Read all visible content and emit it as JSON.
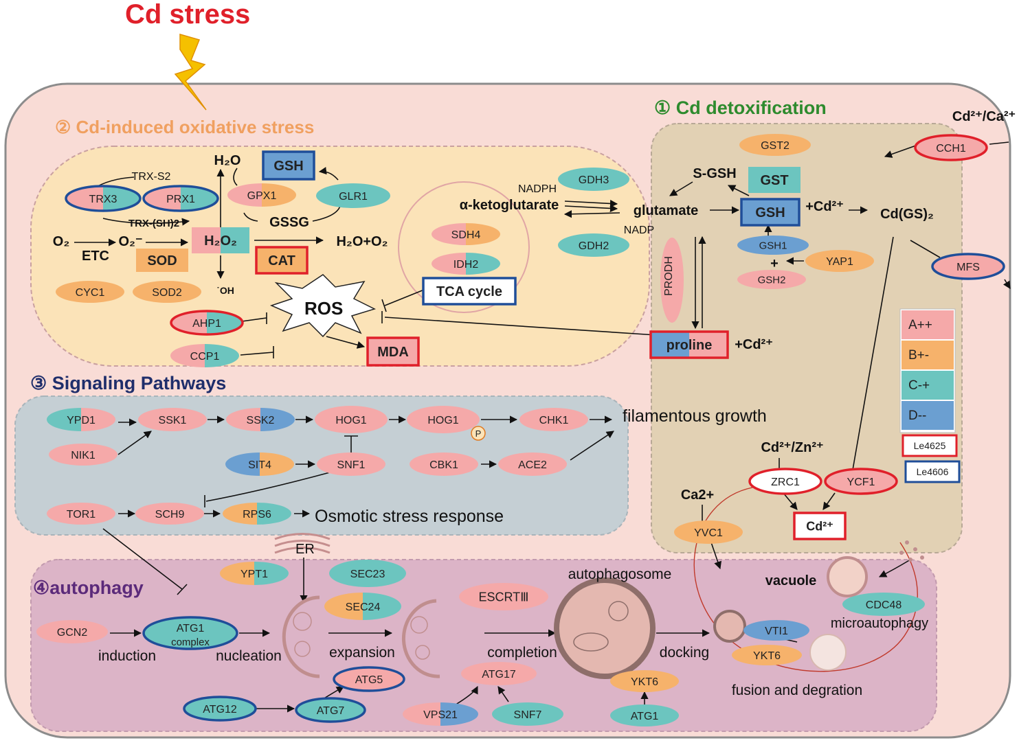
{
  "title": "Cd stress",
  "sections": {
    "detox": "① Cd detoxification",
    "oxidative": "② Cd-induced oxidative stress",
    "signaling": "③ Signaling Pathways",
    "autophagy": "④autophagy"
  },
  "legend": {
    "items": [
      {
        "label": "A++",
        "color": "#f5a9a9"
      },
      {
        "label": "B+-",
        "color": "#f6b26b"
      },
      {
        "label": "C-+",
        "color": "#6cc5bf"
      },
      {
        "label": "D--",
        "color": "#6b9fd1"
      }
    ],
    "strains": [
      {
        "label": "Le4625",
        "color": "#e0202a"
      },
      {
        "label": "Le4606",
        "color": "#1f4e99"
      }
    ]
  },
  "colors": {
    "A": "#f5a9a9",
    "B": "#f6b26b",
    "C": "#6cc5bf",
    "D": "#6b9fd1",
    "red_border": "#e0202a",
    "blue_border": "#1f4e99",
    "cell": "#f9dcd6",
    "oxidative_bg": "#fbe3b8",
    "detox_bg": "#e2d1b4",
    "signal_bg": "#c5cfd4",
    "autophagy_bg": "#dcb4c7"
  },
  "oxidative": {
    "TRX3": "TRX3",
    "PRX1": "PRX1",
    "TRX_S2": "TRX-S2",
    "TRX_SH2": "TRX-(SH)2",
    "H2O_top": "H₂O",
    "GSH": "GSH",
    "GPX1": "GPX1",
    "GLR1": "GLR1",
    "GSSG": "GSSG",
    "O2": "O₂",
    "ETC": "ETC",
    "O2minus": "O₂⁻",
    "H2O2": "H₂O₂",
    "SOD": "SOD",
    "CAT": "CAT",
    "H2O_O2": "H₂O+O₂",
    "CYC1": "CYC1",
    "SOD2": "SOD2",
    "OH": "˙OH",
    "ROS": "ROS",
    "AHP1": "AHP1",
    "CCP1": "CCP1",
    "MDA": "MDA",
    "alpha_kg": "α-ketoglutarate",
    "SDH4": "SDH4",
    "IDH2": "IDH2",
    "TCA": "TCA cycle",
    "NADPH": "NADPH",
    "NADP": "NADP",
    "GDH3": "GDH3",
    "GDH2": "GDH2"
  },
  "detox": {
    "GST2": "GST2",
    "S_GSH": "S-GSH",
    "GST": "GST",
    "glutamate": "glutamate",
    "GSH": "GSH",
    "plus_cd": "+Cd²⁺",
    "CdGS2": "Cd(GS)₂",
    "GSH1": "GSH1",
    "plus": "+",
    "GSH2": "GSH2",
    "YAP1": "YAP1",
    "PRODH": "PRODH",
    "proline": "proline",
    "proline_cd": "+Cd²⁺",
    "CdCa": "Cd²⁺/Ca²⁺",
    "CCH1": "CCH1",
    "MFS": "MFS",
    "CdZn": "Cd²⁺/Zn²⁺",
    "ZRC1": "ZRC1",
    "YCF1": "YCF1",
    "Ca2": "Ca2+",
    "YVC1": "YVC1",
    "Cd2": "Cd²⁺"
  },
  "signaling": {
    "YPD1": "YPD1",
    "NIK1": "NIK1",
    "SSK1": "SSK1",
    "SSK2": "SSK2",
    "HOG1a": "HOG1",
    "HOG1b": "HOG1",
    "P": "P",
    "CHK1": "CHK1",
    "filamentous": "filamentous growth",
    "SIT4": "SIT4",
    "SNF1": "SNF1",
    "CBK1": "CBK1",
    "ACE2": "ACE2",
    "TOR1": "TOR1",
    "SCH9": "SCH9",
    "RPS6": "RPS6",
    "osmotic": "Osmotic stress response"
  },
  "autophagy": {
    "ER": "ER",
    "YPT1": "YPT1",
    "SEC23": "SEC23",
    "SEC24": "SEC24",
    "ESCRT": "ESCRTⅢ",
    "autophagosome": "autophagosome",
    "vacuole": "vacuole",
    "CDC48": "CDC48",
    "microautophagy": "microautophagy",
    "GCN2": "GCN2",
    "ATG1_complex_a": "ATG1",
    "ATG1_complex_b": "complex",
    "induction": "induction",
    "nucleation": "nucleation",
    "expansion": "expansion",
    "completion": "completion",
    "docking": "docking",
    "VTI1": "VTI1",
    "YKT6a": "YKT6",
    "fusion": "fusion and degration",
    "ATG5": "ATG5",
    "ATG17": "ATG17",
    "ATG12": "ATG12",
    "ATG7": "ATG7",
    "VPS21": "VPS21",
    "SNF7": "SNF7",
    "YKT6b": "YKT6",
    "ATG1": "ATG1"
  }
}
